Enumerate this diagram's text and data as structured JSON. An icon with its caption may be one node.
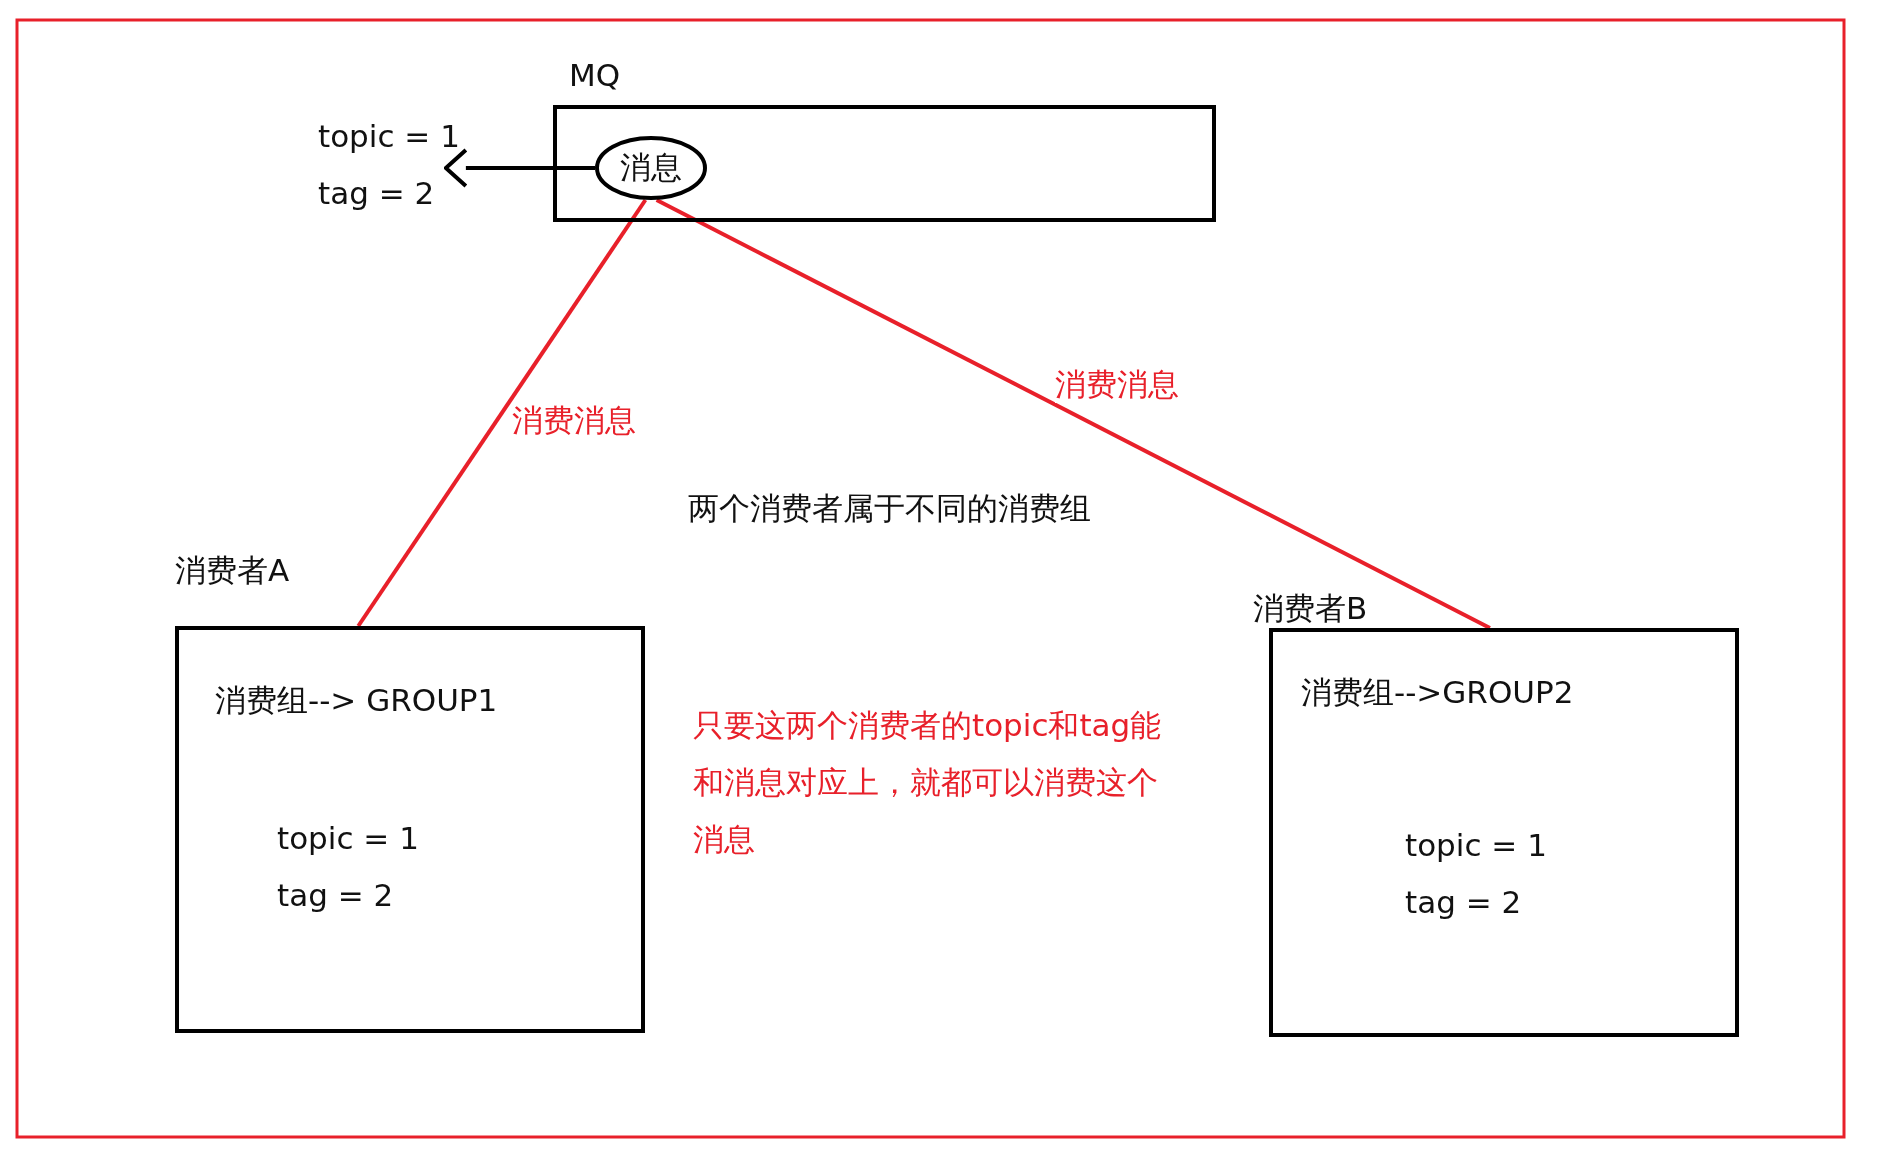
{
  "diagram": {
    "nodes": [
      {
        "text": [
          "MQ"
        ]
      },
      {
        "text": [
          "消息"
        ],
        "in": 0
      },
      {
        "text": [
          "topic = 1",
          "tag = 2"
        ]
      },
      {
        "text": [
          "消费者A",
          "消费组--> GROUP1",
          "topic = 1",
          "tag = 2"
        ]
      },
      {
        "text": [
          "消费者B",
          "消费组-->GROUP2",
          "topic = 1",
          "tag = 2"
        ]
      }
    ],
    "edges": [
      {
        "from": 1,
        "to": 2,
        "arrow": "to",
        "color": "#000000"
      },
      {
        "from": 1,
        "to": 3,
        "arrow": "none",
        "label": "消费消息",
        "color": "#e8202a"
      },
      {
        "from": 1,
        "to": 4,
        "arrow": "none",
        "label": "消费消息",
        "color": "#e8202a"
      }
    ],
    "labels": [
      "两个消费者属于不同的消费组",
      "只要这两个消费者的topic和tag能和消息对应上，就都可以消费这个消息"
    ]
  }
}
